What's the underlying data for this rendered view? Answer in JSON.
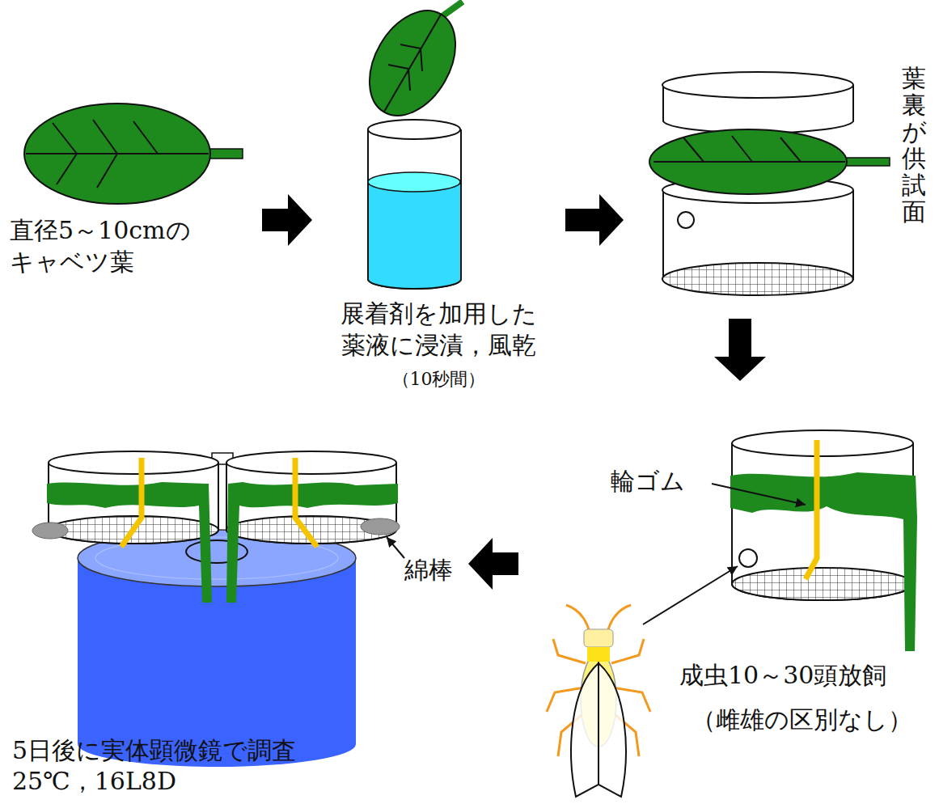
{
  "diagram": {
    "nodes": [
      {
        "text": [
          "直径5～10cmの キャベツ葉"
        ]
      },
      {
        "text": [
          "展着剤を加用した 薬液に浸漬，風乾",
          "（10秒間）"
        ]
      },
      {
        "text": [
          "葉裏が供試面"
        ]
      },
      {
        "text": [
          "輪ゴム",
          "成虫10～30頭放飼",
          "（雌雄の区別なし）"
        ]
      },
      {
        "text": [
          "綿棒",
          "5日後に実体顕微鏡で調査",
          "25℃，16L8D"
        ]
      }
    ],
    "edges": [
      {
        "from": 0,
        "to": 1,
        "arrow": "to"
      },
      {
        "from": 1,
        "to": 2,
        "arrow": "to"
      },
      {
        "from": 2,
        "to": 3,
        "arrow": "to"
      },
      {
        "from": 3,
        "to": 4,
        "arrow": "to"
      }
    ]
  }
}
